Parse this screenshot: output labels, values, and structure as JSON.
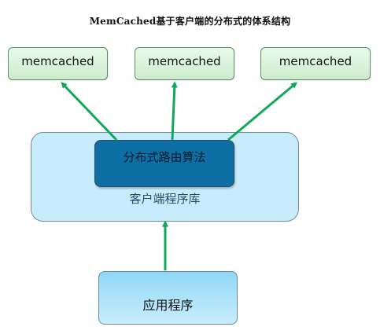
{
  "diagram": {
    "title": "MemCached基于客户端的分布式的体系结构",
    "servers": [
      {
        "label": "memcached"
      },
      {
        "label": "memcached"
      },
      {
        "label": "memcached"
      }
    ],
    "client_library": {
      "label": "客户端程序库"
    },
    "algorithm": {
      "label": "分布式路由算法"
    },
    "application": {
      "label": "应用程序"
    },
    "colors": {
      "arrow": "#11a85a",
      "server_fill": "#d9f5da",
      "client_fill": "#c8ecfb",
      "algorithm_fill": "#0e6fa5",
      "application_fill": "#a9e1f9"
    }
  }
}
